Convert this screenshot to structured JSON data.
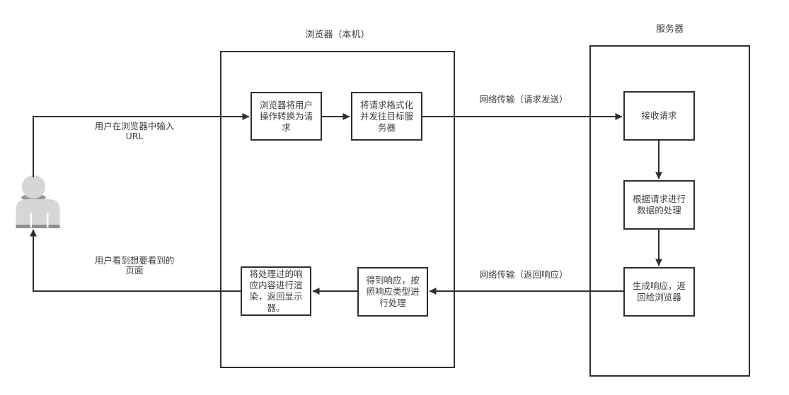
{
  "colors": {
    "line": "#2f2f2f",
    "text": "#3d3d3d",
    "box_background": "#ffffff",
    "actor_fill": "#d6d6d6",
    "actor_shade": "#8f8f8f"
  },
  "containers": {
    "browser": {
      "title": "浏览器（本机）"
    },
    "server": {
      "title": "服务器"
    }
  },
  "nodes": {
    "browser_convert": {
      "text": "浏览器将用户\n操作转换为请\n求"
    },
    "format_send": {
      "text": "将请求格式化\n并发往目标服\n务器"
    },
    "receive_request": {
      "text": "接收请求"
    },
    "process_data": {
      "text": "根据请求进行\n数据的处理"
    },
    "generate_response": {
      "text": "生成响应，返\n回给浏览器"
    },
    "handle_response": {
      "text": "得到响应，按\n照响应类型进\n行处理"
    },
    "render_response": {
      "text": "将处理过的响\n应内容进行渲\n染，返回显示\n器。"
    }
  },
  "edge_labels": {
    "input_url": "用户在浏览器中输入\nURL",
    "request_send": "网络传输（请求发送）",
    "return_response": "网络传输（返回响应）",
    "see_page": "用户看到想要看到的\n页面"
  }
}
